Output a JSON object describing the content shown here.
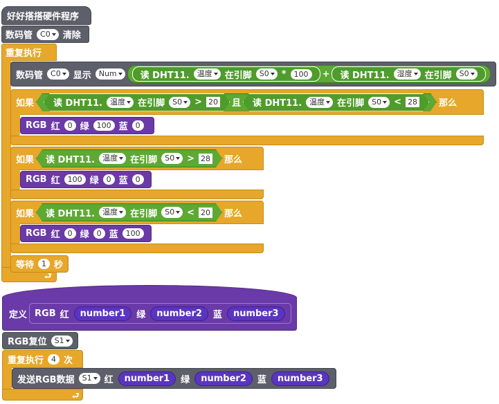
{
  "blocks": {
    "hat_title": "好好搭搭硬件程序",
    "clear_label": "数码管",
    "clear_dropdown": "C0",
    "clear_action": "清除",
    "forever_label": "重复执行",
    "display_label": "数码管",
    "display_dropdown": "C0",
    "display_word": "显示",
    "display_mode": "Num",
    "read_label": "读 DHT11.",
    "temp_option": "温度",
    "humid_option": "湿度",
    "pin_label": "在引脚",
    "pin_option": "S0",
    "times_op": "*",
    "times_value": "100",
    "plus_op": "+",
    "if_label": "如果",
    "then_label": "那么",
    "and_label": "且",
    "gt": ">",
    "lt": "<",
    "if1_low": "20",
    "if1_high": "28",
    "if2_value": "28",
    "if3_value": "20",
    "rgb_label": "RGB",
    "red": "红",
    "green": "绿",
    "blue": "蓝",
    "rgb1": {
      "r": "0",
      "g": "100",
      "b": "0"
    },
    "rgb2": {
      "r": "100",
      "g": "0",
      "b": "0"
    },
    "rgb3": {
      "r": "0",
      "g": "0",
      "b": "100"
    },
    "wait_label": "等待",
    "wait_value": "1",
    "wait_unit": "秒",
    "define_label": "定义",
    "param1": "number1",
    "param2": "number2",
    "param3": "number3",
    "reset_label": "RGB复位",
    "reset_pin": "S1",
    "repeat_label": "重复执行",
    "repeat_count": "4",
    "repeat_unit": "次",
    "send_label": "发送RGB数据",
    "send_pin": "S1",
    "loop_arrow": "⮐"
  },
  "colors": {
    "hardware": "#5d5f6a",
    "control": "#e6a72a",
    "custom": "#6a3aa8",
    "operator": "#5ca933"
  }
}
